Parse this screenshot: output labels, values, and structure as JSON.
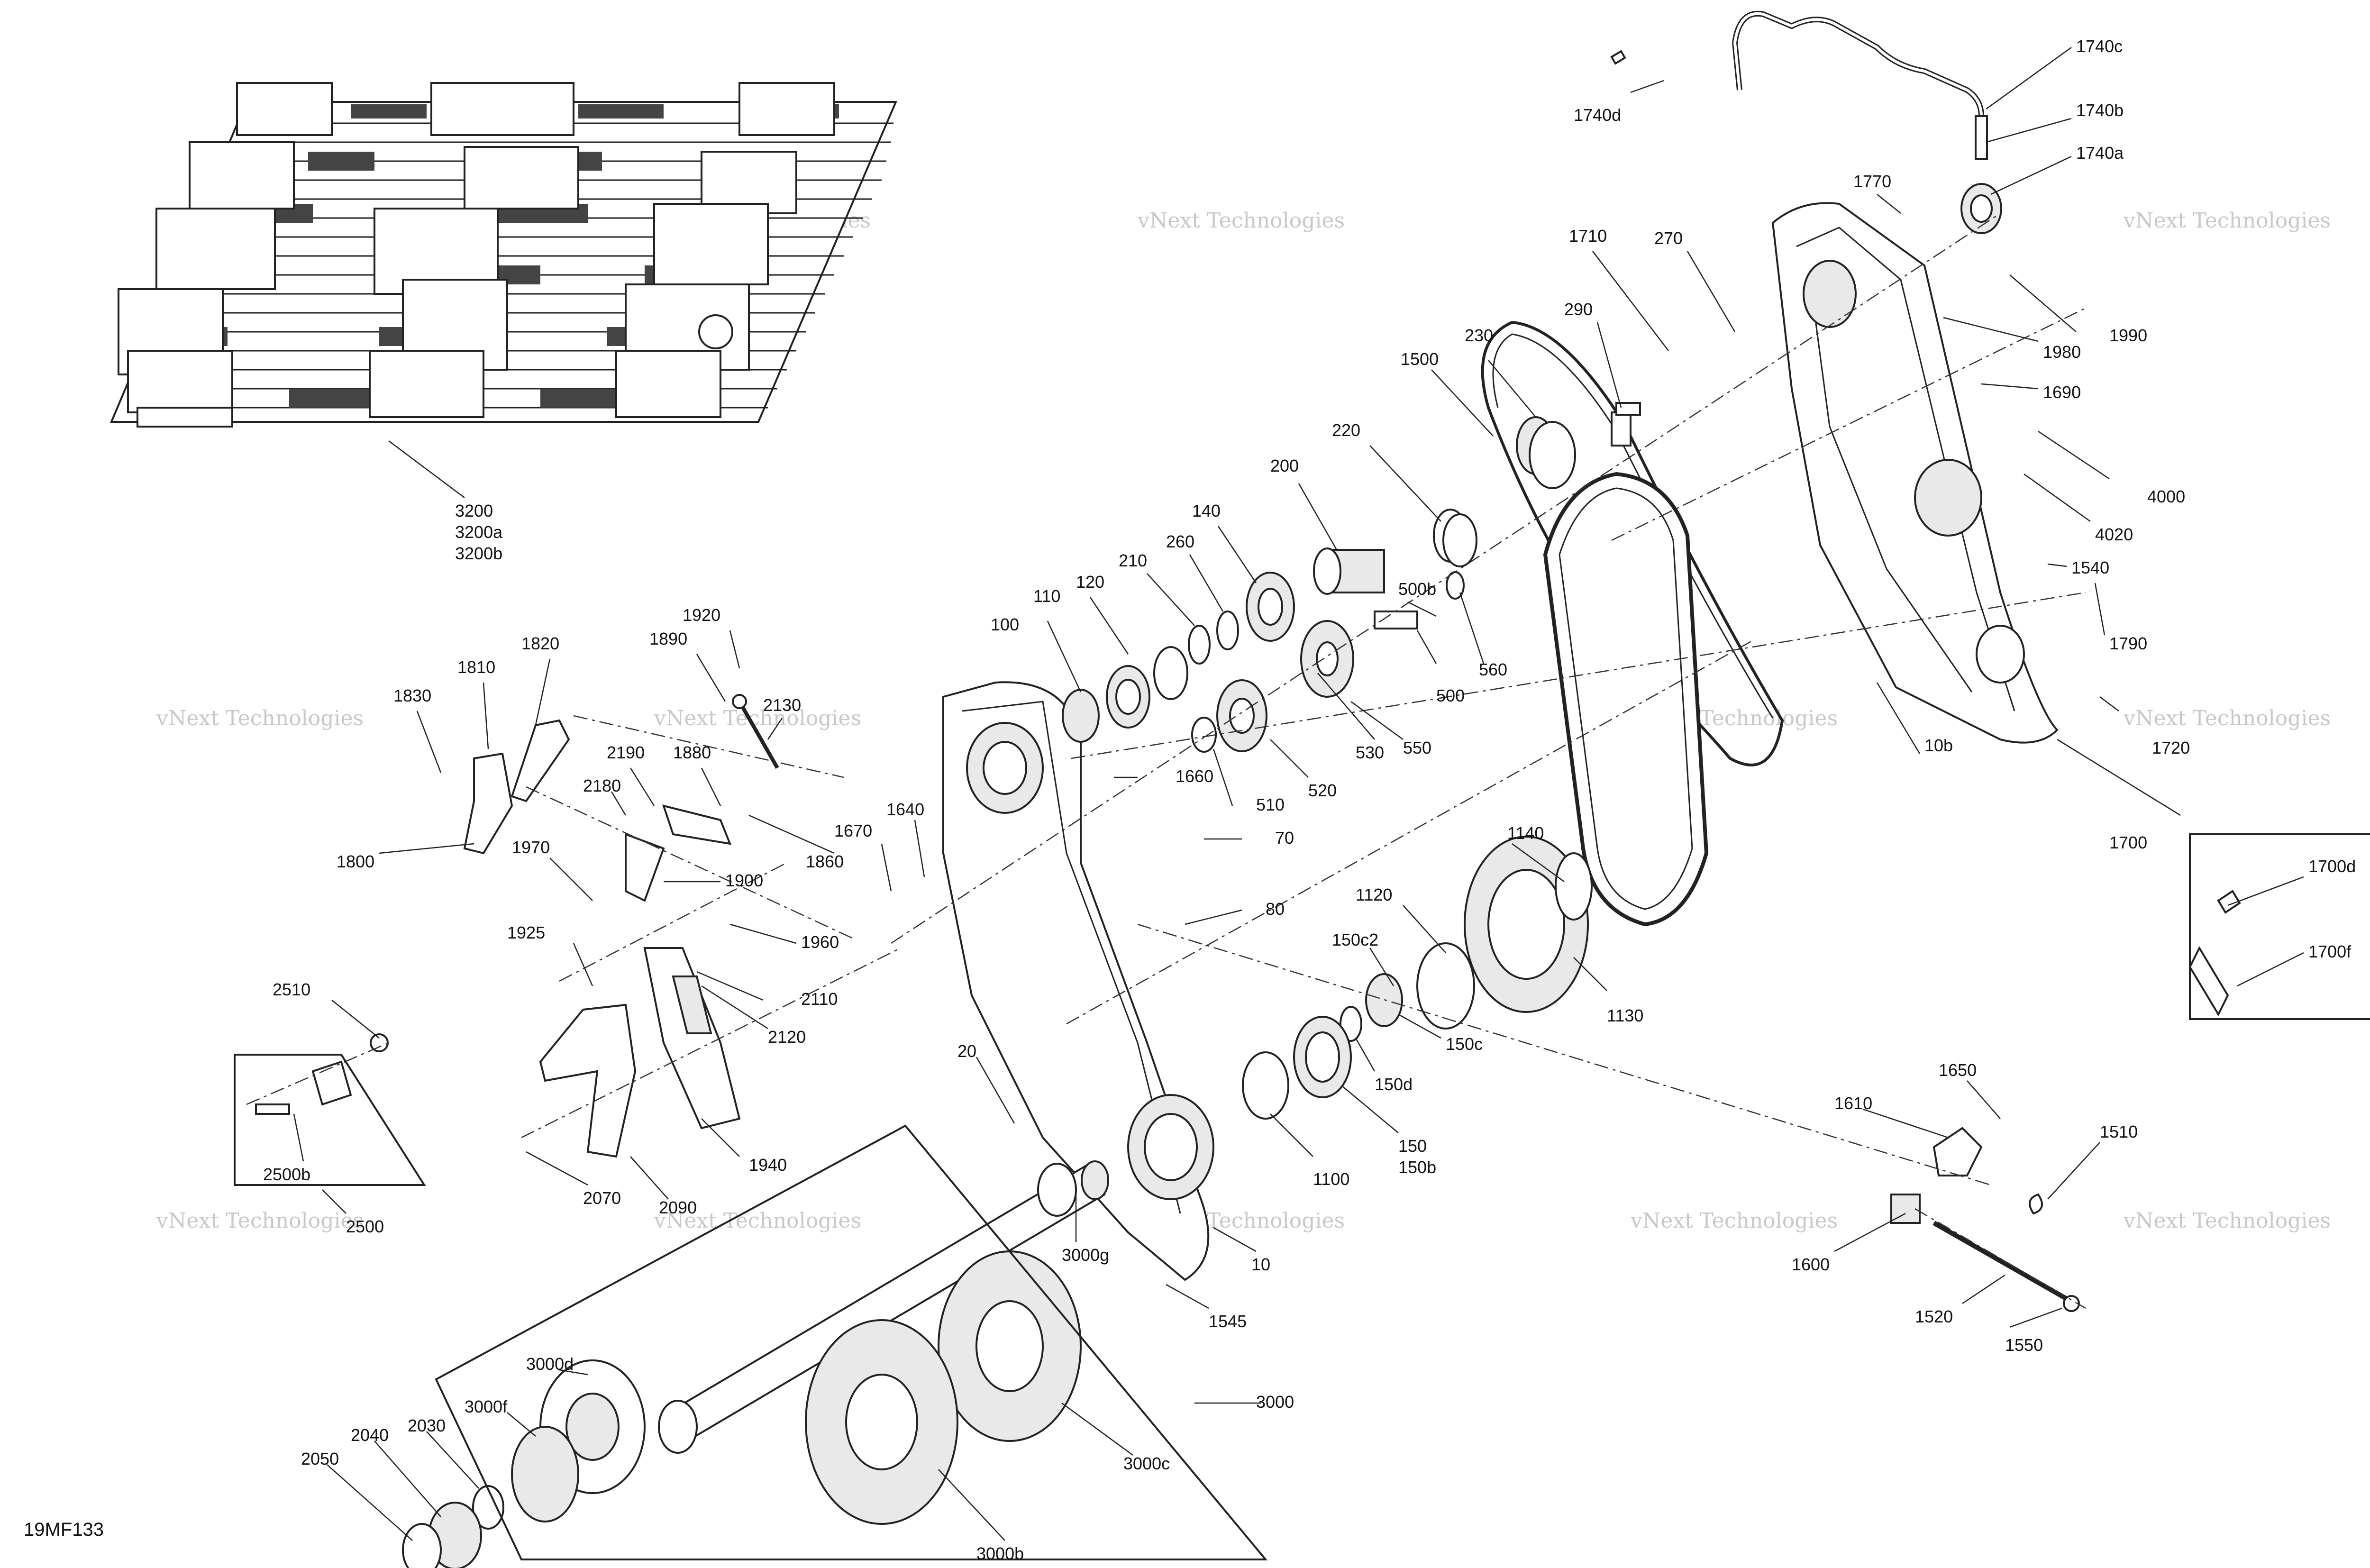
{
  "diagram_code": "19MF133",
  "watermark": "vNext Technologies",
  "callouts": {
    "c3200": "3200",
    "c3200a": "3200a",
    "c3200b": "3200b",
    "c1740c": "1740c",
    "c1740d": "1740d",
    "c1740b": "1740b",
    "c1740a": "1740a",
    "c1770": "1770",
    "c1710": "1710",
    "c270": "270",
    "c290": "290",
    "c230": "230",
    "c1500": "1500",
    "c220": "220",
    "c200": "200",
    "c140": "140",
    "c260": "260",
    "c210": "210",
    "c120": "120",
    "c110": "110",
    "c100": "100",
    "c500b": "500b",
    "c500": "500",
    "c560": "560",
    "c530": "530",
    "c550": "550",
    "c520": "520",
    "c510": "510",
    "c1660": "1660",
    "c70": "70",
    "c80": "80",
    "c1990": "1990",
    "c1980": "1980",
    "c1690": "1690",
    "c4000": "4000",
    "c4020": "4020",
    "c1540": "1540",
    "c1790": "1790",
    "c1720": "1720",
    "c10b": "10b",
    "c1700": "1700",
    "c1700d": "1700d",
    "c1700f": "1700f",
    "c1140": "1140",
    "c1120": "1120",
    "c1130": "1130",
    "c150c2": "150c2",
    "c150c": "150c",
    "c150d": "150d",
    "c150": "150",
    "c150b": "150b",
    "c1100": "1100",
    "c1920": "1920",
    "c1820": "1820",
    "c1890": "1890",
    "c1810": "1810",
    "c1830": "1830",
    "c2130": "2130",
    "c2190": "2190",
    "c1880": "1880",
    "c2180": "2180",
    "c1860": "1860",
    "c1800": "1800",
    "c1970": "1970",
    "c1900": "1900",
    "c1670": "1670",
    "c1640": "1640",
    "c1925": "1925",
    "c1960": "1960",
    "c2110": "2110",
    "c2120": "2120",
    "c2510": "2510",
    "c2500b": "2500b",
    "c2500": "2500",
    "c20": "20",
    "c1940": "1940",
    "c2070": "2070",
    "c2090": "2090",
    "c3000g": "3000g",
    "c10": "10",
    "c1545": "1545",
    "c3000d": "3000d",
    "c3000f": "3000f",
    "c3000": "3000",
    "c2030": "2030",
    "c2040": "2040",
    "c2050": "2050",
    "c3000c": "3000c",
    "c3000b": "3000b",
    "c1650": "1650",
    "c1610": "1610",
    "c1510": "1510",
    "c1600": "1600",
    "c1520": "1520",
    "c1550": "1550"
  }
}
